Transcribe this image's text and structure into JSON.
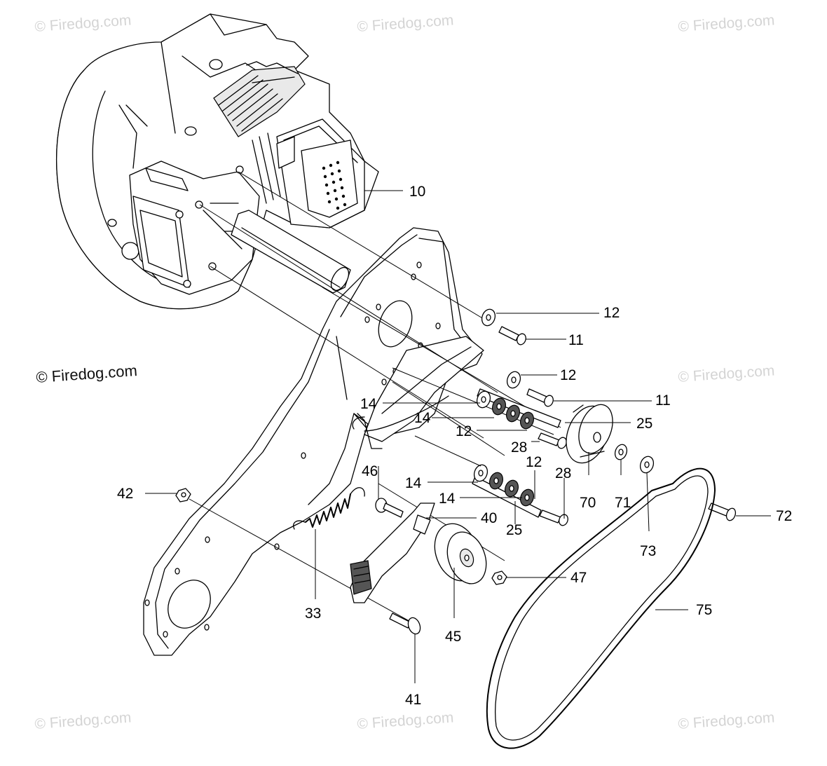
{
  "watermark": "© Firedog.com",
  "callouts": {
    "c10": "10",
    "c12a": "12",
    "c11a": "11",
    "c12b": "12",
    "c11b": "11",
    "c14a": "14",
    "c14b": "14",
    "c25a": "25",
    "c12c": "12",
    "c28a": "28",
    "c46": "46",
    "c14c": "14",
    "c12d": "12",
    "c28b": "28",
    "c14d": "14",
    "c40": "40",
    "c25b": "25",
    "c70": "70",
    "c71": "71",
    "c72": "72",
    "c73": "73",
    "c42": "42",
    "c47": "47",
    "c33": "33",
    "c45": "45",
    "c75": "75",
    "c41": "41"
  }
}
